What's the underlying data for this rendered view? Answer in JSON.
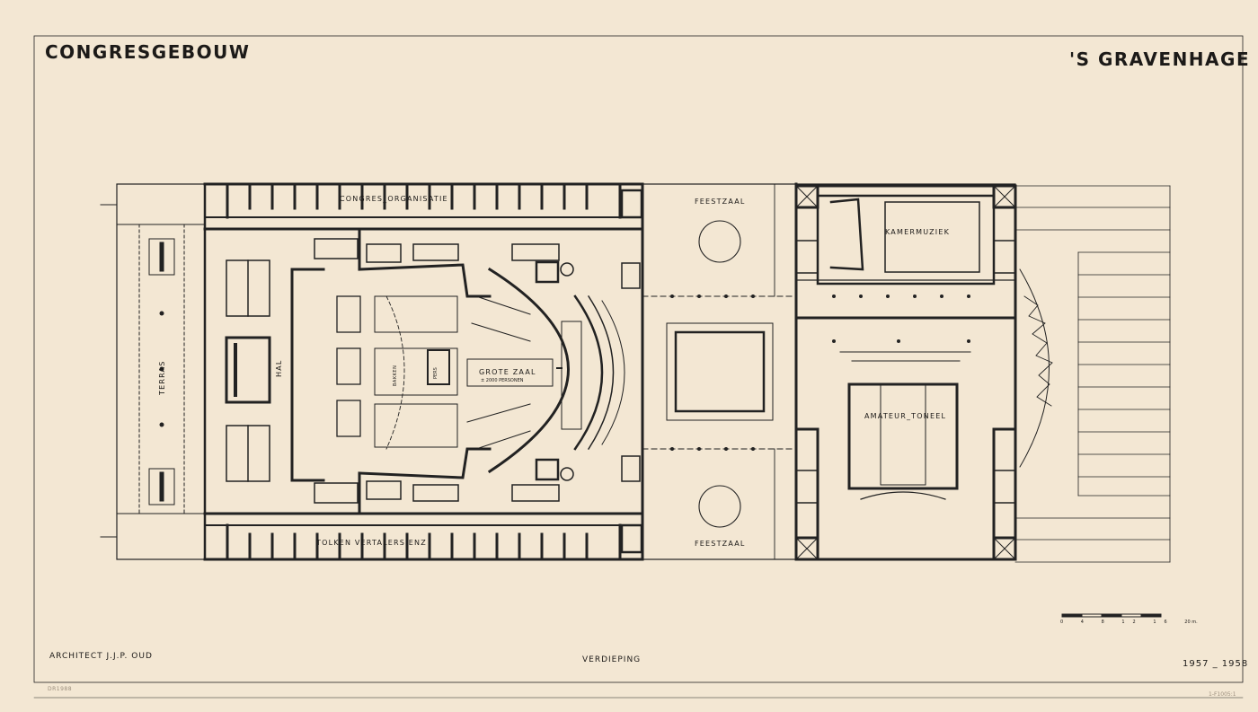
{
  "title": {
    "left": "CONGRESGEBOUW",
    "right": "'S GRAVENHAGE"
  },
  "footer": {
    "architect": "ARCHITECT  J.J.P. OUD",
    "floor": "VERDIEPING",
    "years": "1957 _ 1958",
    "stamp": "DR1988",
    "stamp2": "1-F1005:1"
  },
  "rooms": {
    "congres": "CONGRES_ORGANISATIE",
    "tolken": "TOLKEN  VERTALERS  ENZ",
    "feestzaal_top": "FEESTZAAL",
    "feestzaal_bottom": "FEESTZAAL",
    "kamermuziek": "KAMERMUZIEK",
    "amateur": "AMATEUR_TONEEL",
    "grote_zaal": "GROTE ZAAL",
    "grote_zaal_sub": "± 2000 PERSONEN",
    "terras": "TERRAS",
    "hal": "HAL",
    "bakken": "BAKKEN",
    "pers": "PERS"
  },
  "scale_bar": {
    "ticks": [
      "0",
      "4",
      "8",
      "12",
      "16",
      "20 m."
    ]
  },
  "colors": {
    "paper": "#f3e7d3",
    "ink": "#1c1a18"
  }
}
